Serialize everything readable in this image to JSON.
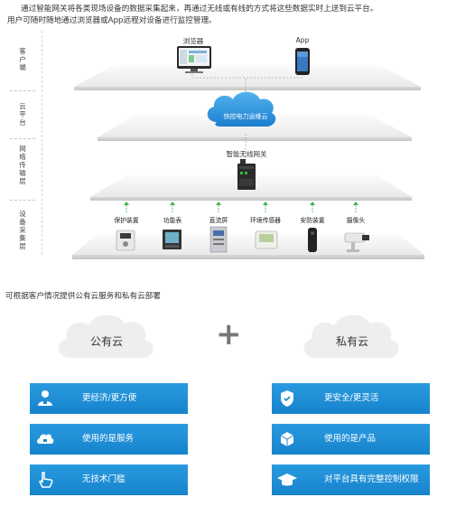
{
  "intro": {
    "line1": "通过智能网关将各类现场设备的数据采集起来，再通过无线或有线的方式将这些数据实时上送到云平台。",
    "line2": "用户可随时随地通过浏览器或App远程对设备进行监控管理。"
  },
  "layers": [
    {
      "label": "客户端",
      "chars": [
        "客",
        "户",
        "端"
      ]
    },
    {
      "label": "云平台",
      "chars": [
        "云",
        "平",
        "台"
      ]
    },
    {
      "label": "网络传输层",
      "chars": [
        "网",
        "络",
        "传",
        "输",
        "层"
      ]
    },
    {
      "label": "设备采集层",
      "chars": [
        "设",
        "备",
        "采",
        "集",
        "层"
      ]
    }
  ],
  "client": {
    "browser_label": "浏览器",
    "app_label": "App"
  },
  "cloud": {
    "label": "快控电力运维云"
  },
  "gateway": {
    "label": "智能无线网关"
  },
  "devices": [
    "保护装置",
    "功能表",
    "直流屏",
    "环境传感器",
    "安防装置",
    "摄像头"
  ],
  "subtitle": "可根据客户情况提供公有云服务和私有云部署",
  "public_cloud": {
    "title": "公有云",
    "items": [
      {
        "label": "更经济/更方便",
        "icon": "user-icon"
      },
      {
        "label": "使用的是服务",
        "icon": "cloud-icon"
      },
      {
        "label": "无技术门槛",
        "icon": "hand-pointer-icon"
      }
    ]
  },
  "private_cloud": {
    "title": "私有云",
    "items": [
      {
        "label": "更安全/更灵活",
        "icon": "shield-icon"
      },
      {
        "label": "使用的是产品",
        "icon": "box-icon"
      },
      {
        "label": "对平台具有完整控制权限",
        "icon": "graduation-cap-icon"
      }
    ]
  },
  "colors": {
    "button_blue": "#1e90d6",
    "cloud_blue": "#2a8fd8"
  }
}
